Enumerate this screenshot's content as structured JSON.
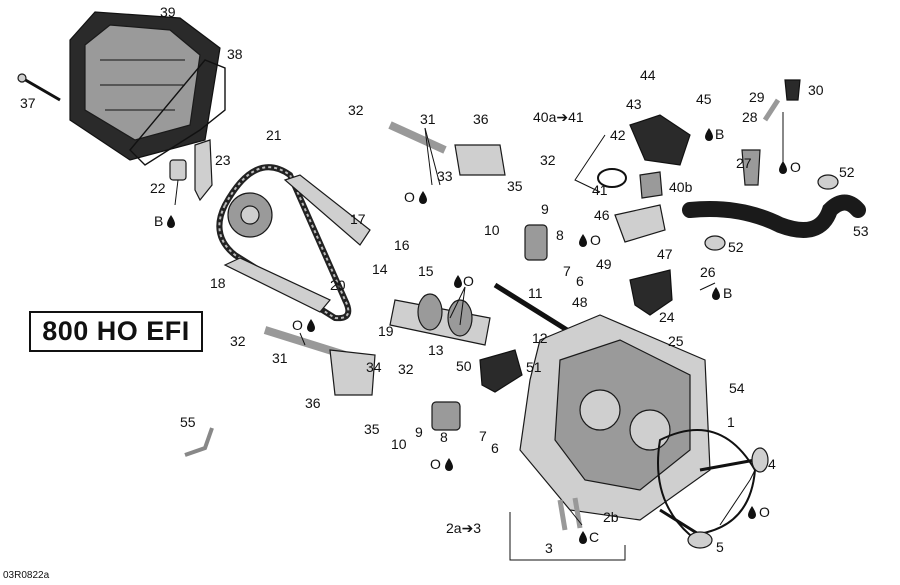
{
  "model_label": "800 HO EFI",
  "drawing_ref": "03R0822a",
  "callouts": {
    "c1": "1",
    "c2b": "2b",
    "c2a3": "2a➔3",
    "c3": "3",
    "c4": "4",
    "c5": "5",
    "c6a": "6",
    "c6b": "6",
    "c7a": "7",
    "c7b": "7",
    "c8a": "8",
    "c8b": "8",
    "c9a": "9",
    "c9b": "9",
    "c10a": "10",
    "c10b": "10",
    "c11": "11",
    "c12": "12",
    "c13": "13",
    "c14": "14",
    "c15": "15",
    "c16": "16",
    "c17": "17",
    "c18": "18",
    "c19": "19",
    "c20": "20",
    "c21": "21",
    "c22": "22",
    "c23": "23",
    "c24": "24",
    "c25": "25",
    "c26": "26",
    "c27": "27",
    "c28": "28",
    "c29": "29",
    "c30": "30",
    "c31a": "31",
    "c31b": "31",
    "c32a": "32",
    "c32b": "32",
    "c32c": "32",
    "c32d": "32",
    "c33": "33",
    "c34": "34",
    "c35a": "35",
    "c35b": "35",
    "c36a": "36",
    "c36b": "36",
    "c37": "37",
    "c38": "38",
    "c39": "39",
    "c40a41": "40a➔41",
    "c40b": "40b",
    "c41": "41",
    "c42": "42",
    "c43": "43",
    "c44": "44",
    "c45": "45",
    "c46": "46",
    "c47": "47",
    "c48": "48",
    "c49": "49",
    "c50": "50",
    "c51": "51",
    "c52a": "52",
    "c52b": "52",
    "c53": "53",
    "c54": "54",
    "c55": "55"
  },
  "lubricant_marks": {
    "o": "O",
    "b": "B",
    "c": "C"
  }
}
